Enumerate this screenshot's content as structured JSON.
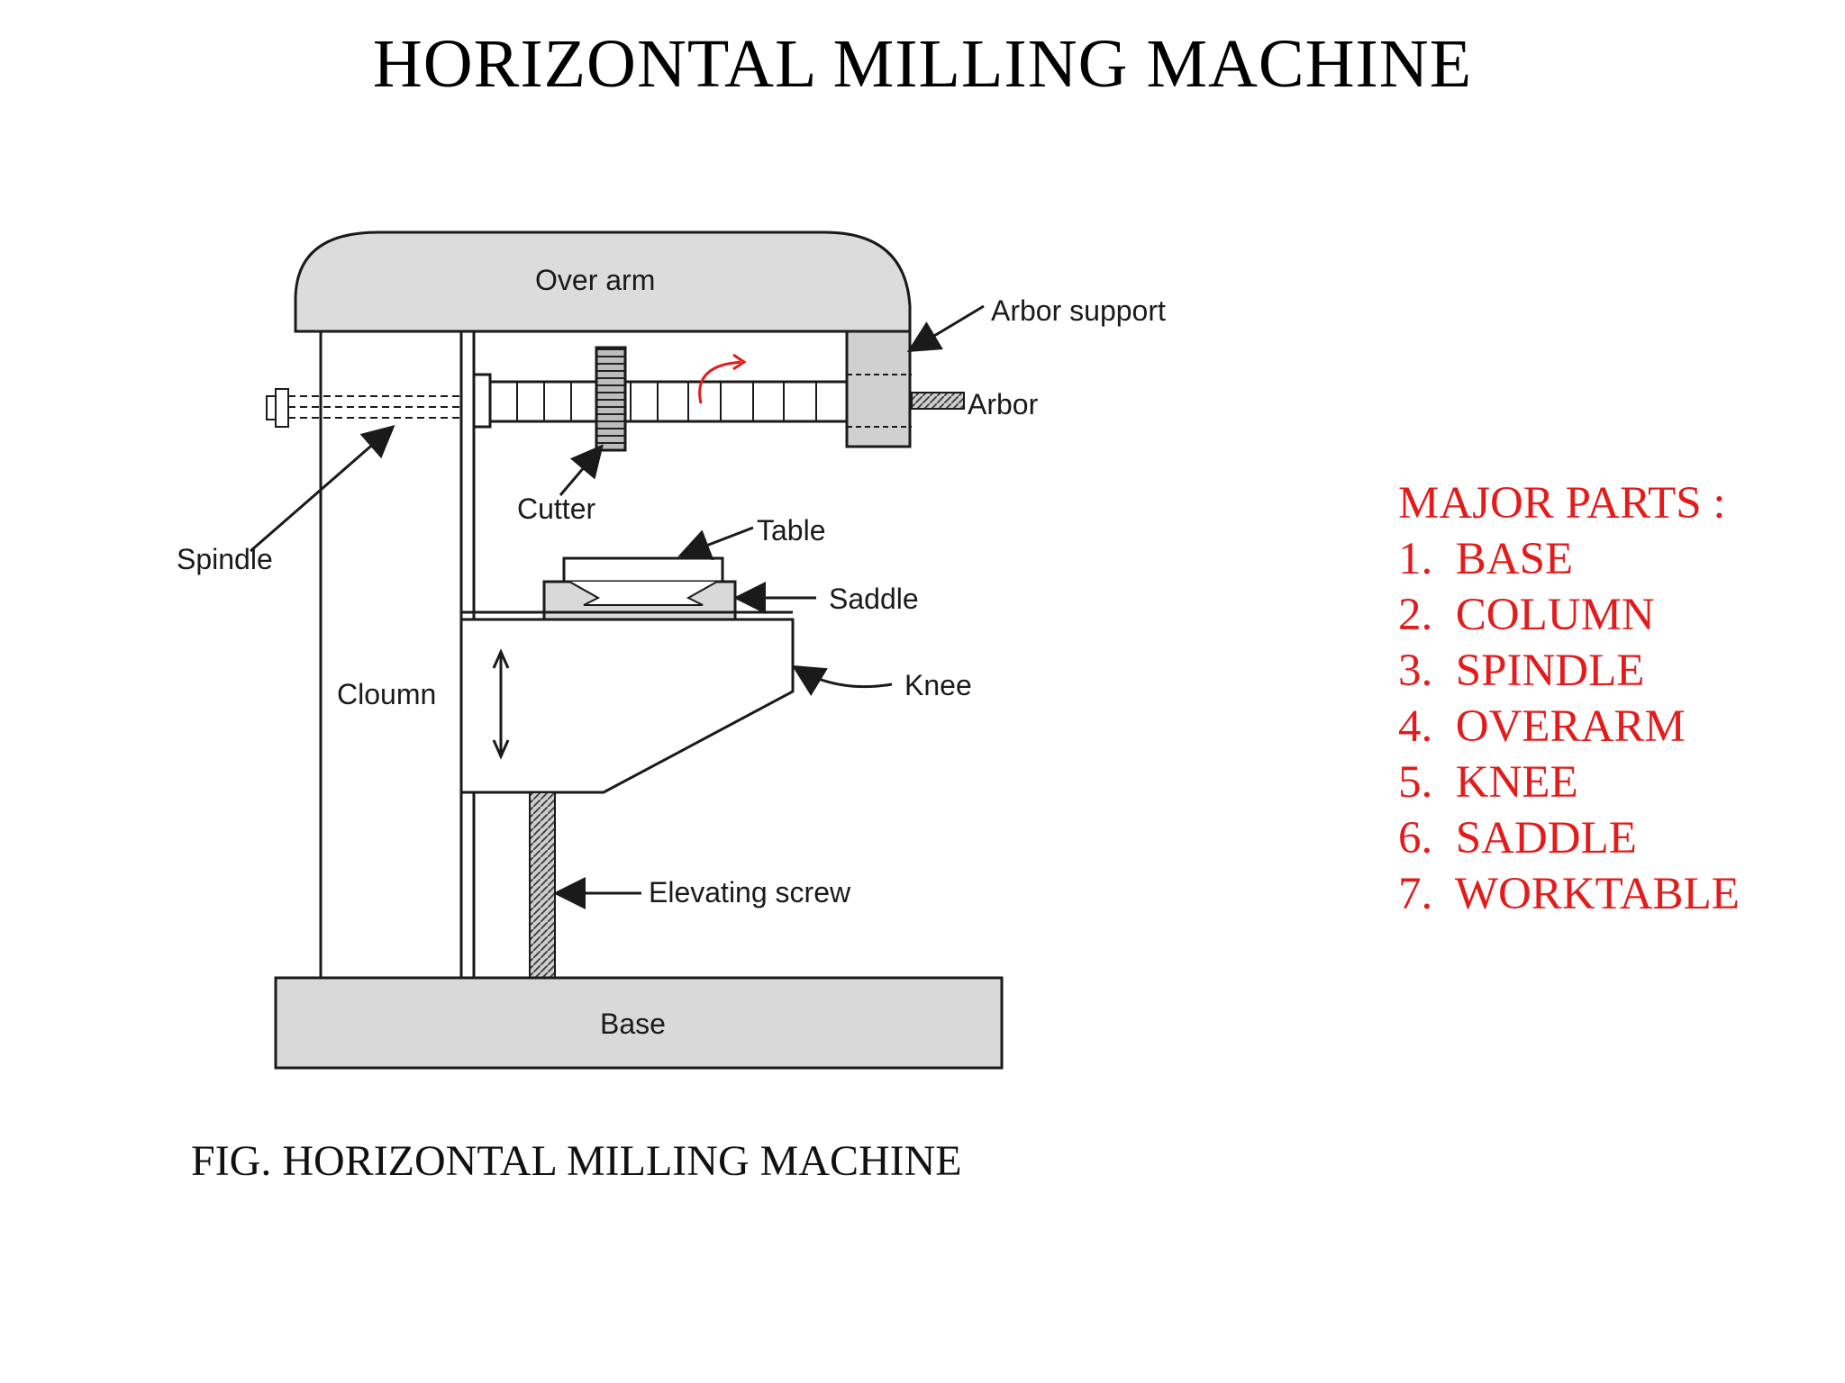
{
  "title": "HORIZONTAL MILLING MACHINE",
  "caption": "FIG. HORIZONTAL MILLING MACHINE",
  "labels": {
    "over_arm": "Over arm",
    "arbor_support": "Arbor support",
    "arbor": "Arbor",
    "spindle": "Spindle",
    "cutter": "Cutter",
    "table": "Table",
    "saddle": "Saddle",
    "knee": "Knee",
    "column": "Cloumn",
    "elevating_screw": "Elevating screw",
    "base": "Base"
  },
  "major_parts": {
    "heading": "MAJOR PARTS :",
    "items": [
      {
        "num": "1.",
        "name": "BASE"
      },
      {
        "num": "2.",
        "name": "COLUMN"
      },
      {
        "num": "3.",
        "name": "SPINDLE"
      },
      {
        "num": "4.",
        "name": "OVERARM"
      },
      {
        "num": "5.",
        "name": "KNEE"
      },
      {
        "num": "6.",
        "name": "SADDLE"
      },
      {
        "num": "7.",
        "name": "WORKTABLE"
      }
    ]
  },
  "colors": {
    "accent_red": "#e31b1b",
    "line": "#1a1a1a",
    "fill_grey": "#d9d9d9"
  }
}
